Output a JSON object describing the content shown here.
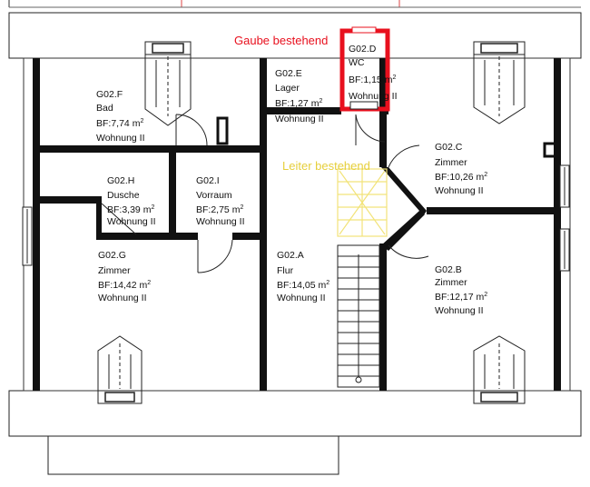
{
  "colors": {
    "wall": "#111111",
    "line": "#222222",
    "highlight": "#e8101e",
    "gaube_note": "#e8101e",
    "leiter_note": "#e6cf3c",
    "leiter_hatch": "#f2e37a"
  },
  "annotations": {
    "gaube": "Gaube bestehend",
    "leiter": "Leiter bestehend"
  },
  "rooms": {
    "d": {
      "id": "G02.D",
      "name": "WC",
      "area_prefix": "BF:1,15 m",
      "area_sup": "2",
      "unit": "Wohnung II"
    },
    "e": {
      "id": "G02.E",
      "name": "Lager",
      "area_prefix": "BF:1,27 m",
      "area_sup": "2",
      "unit": "Wohnung II"
    },
    "f": {
      "id": "G02.F",
      "name": "Bad",
      "area_prefix": "BF:7,74 m",
      "area_sup": "2",
      "unit": "Wohnung II"
    },
    "c": {
      "id": "G02.C",
      "name": "Zimmer",
      "area_prefix": "BF:10,26 m",
      "area_sup": "2",
      "unit": "Wohnung II"
    },
    "h": {
      "id": "G02.H",
      "name": "Dusche",
      "area_prefix": "BF:3,39 m",
      "area_sup": "2",
      "unit": "Wohnung II"
    },
    "i": {
      "id": "G02.I",
      "name": "Vorraum",
      "area_prefix": "BF:2,75 m",
      "area_sup": "2",
      "unit": "Wohnung II"
    },
    "g": {
      "id": "G02.G",
      "name": "Zimmer",
      "area_prefix": "BF:14,42 m",
      "area_sup": "2",
      "unit": "Wohnung II"
    },
    "a": {
      "id": "G02.A",
      "name": "Flur",
      "area_prefix": "BF:14,05 m",
      "area_sup": "2",
      "unit": "Wohnung II"
    },
    "b": {
      "id": "G02.B",
      "name": "Zimmer",
      "area_prefix": "BF:12,17 m",
      "area_sup": "2",
      "unit": "Wohnung II"
    }
  }
}
